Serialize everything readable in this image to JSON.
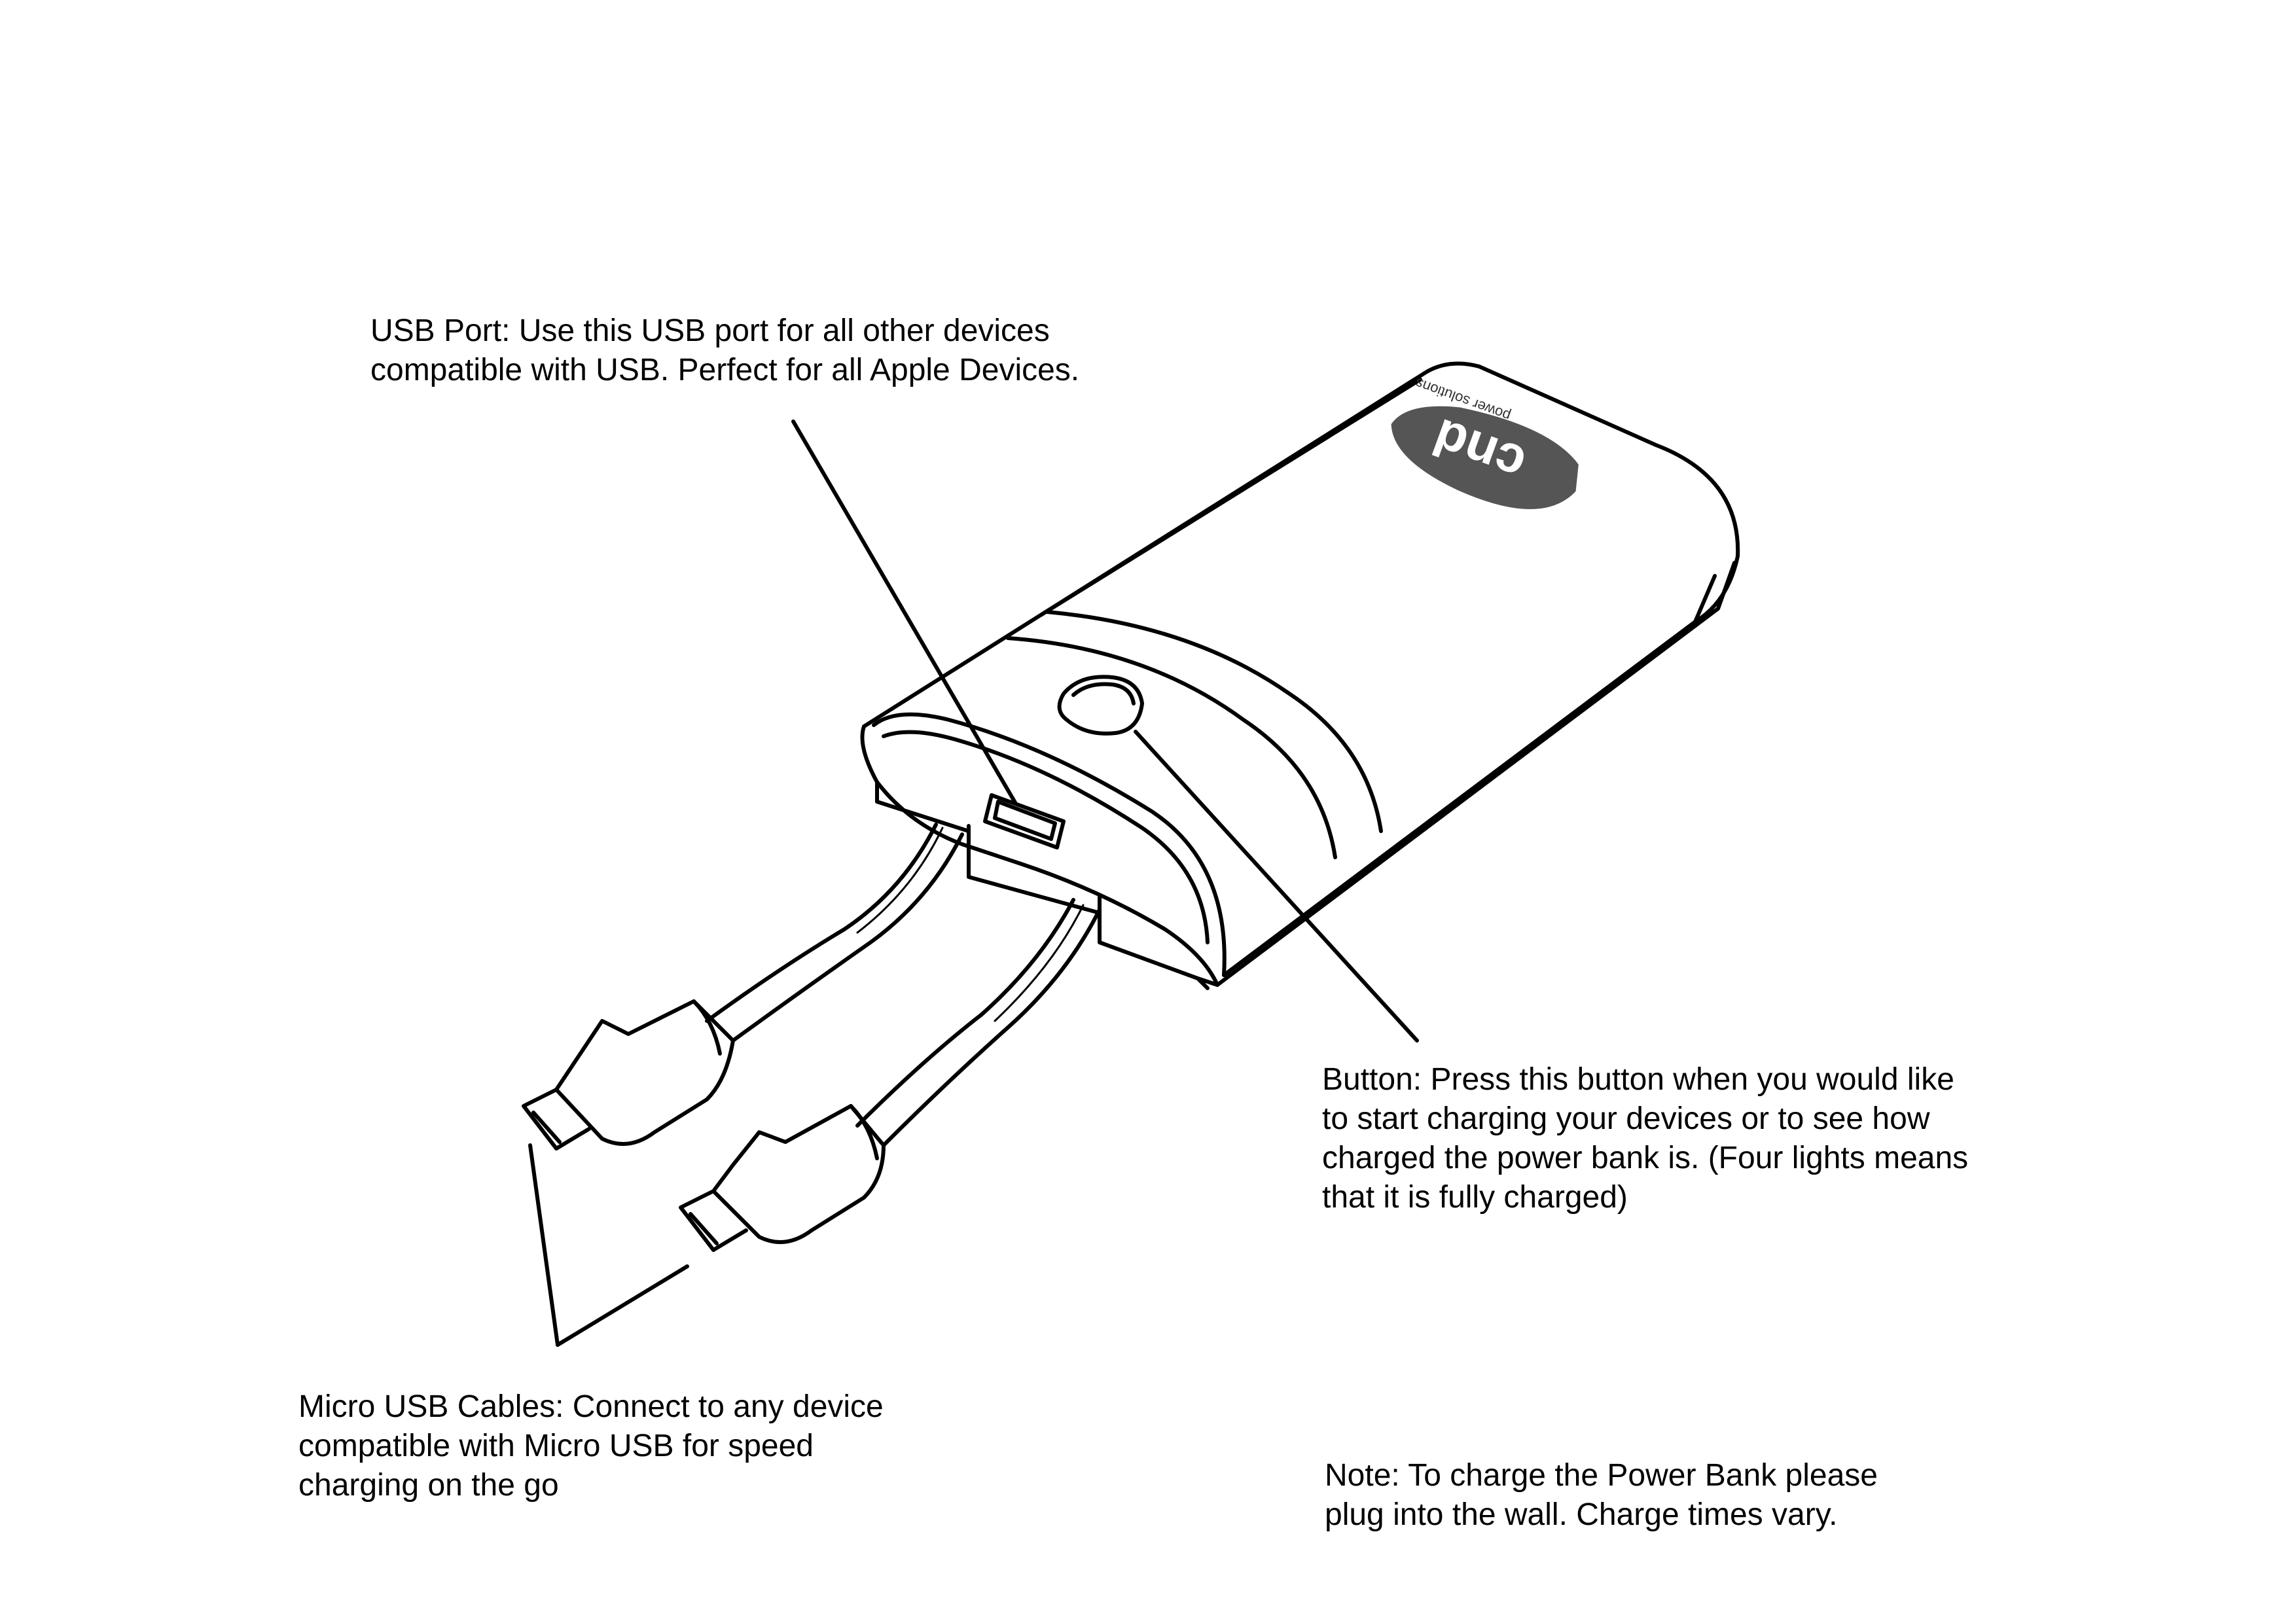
{
  "callouts": {
    "usb_port": {
      "lines": [
        "USB Port: Use this USB port for all other devices",
        "compatible with USB. Perfect for  all Apple Devices."
      ]
    },
    "button": {
      "lines": [
        "Button: Press this  button when you would like",
        "to start charging your devices or to see how",
        "charged the power bank is. (Four lights means",
        "that it is fully charged)"
      ]
    },
    "micro_usb": {
      "lines": [
        "Micro USB Cables: Connect to any device",
        "compatible with Micro USB for speed",
        "charging on the go"
      ]
    },
    "note": {
      "lines": [
        "Note: To charge the Power Bank please",
        "plug into the wall. Charge times vary."
      ]
    }
  },
  "logo": {
    "brand": "cnd",
    "tagline": "power solutions"
  },
  "colors": {
    "line": "#000000",
    "background": "#ffffff",
    "logo_swoosh": "#555555"
  }
}
